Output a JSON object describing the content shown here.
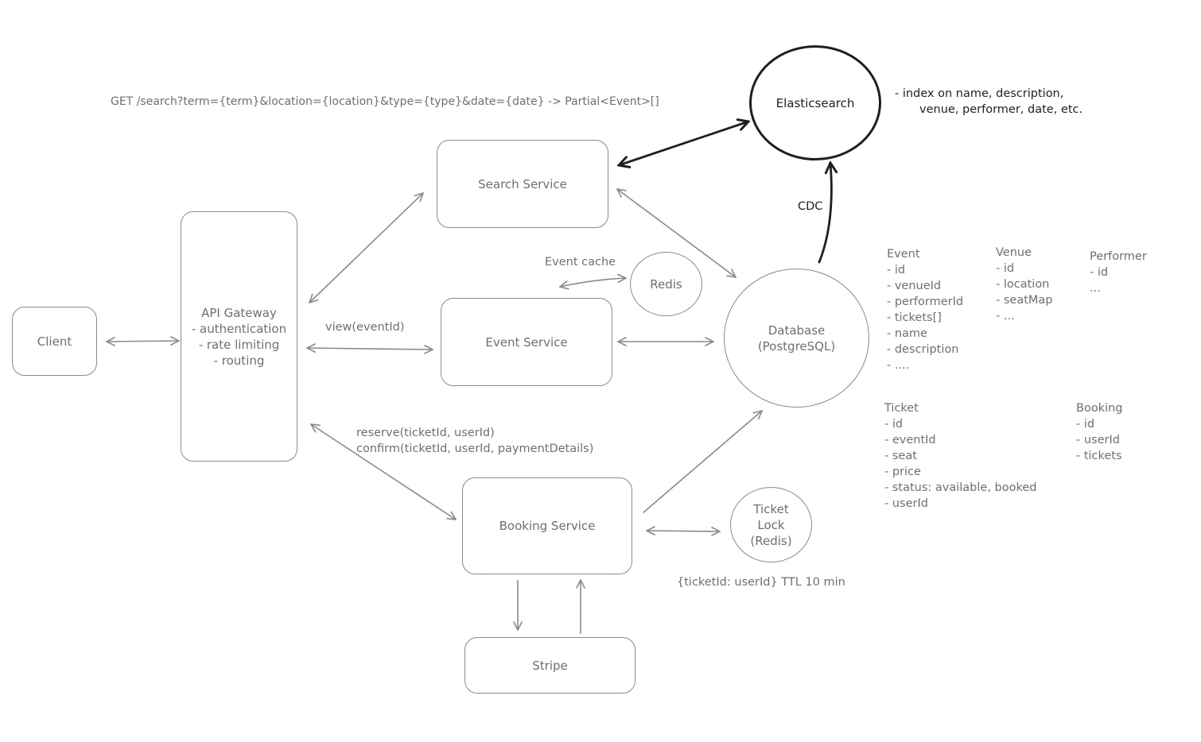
{
  "nodes": {
    "client": "Client",
    "api_gateway": {
      "title": "API Gateway",
      "lines": [
        "- authentication",
        "- rate limiting",
        "- routing"
      ]
    },
    "search_service": "Search Service",
    "event_service": "Event Service",
    "booking_service": "Booking Service",
    "stripe": "Stripe",
    "redis": "Redis",
    "ticket_lock": [
      "Ticket",
      "Lock",
      "(Redis)"
    ],
    "database": [
      "Database",
      "(PostgreSQL)"
    ],
    "elasticsearch": "Elasticsearch"
  },
  "labels": {
    "search_endpoint": "GET /search?term={term}&location={location}&type={type}&date={date} -> Partial<Event>[]",
    "es_index_line1": "- index on name, description,",
    "es_index_line2": "venue, performer, date, etc.",
    "cdc": "CDC",
    "event_cache": "Event cache",
    "view_event": "view(eventId)",
    "reserve": "reserve(ticketId, userId)",
    "confirm": "confirm(ticketId, userId, paymentDetails)",
    "ticket_lock_note": "{ticketId: userId} TTL 10 min"
  },
  "schemas": {
    "event": {
      "title": "Event",
      "fields": [
        "- id",
        "- venueId",
        "- performerId",
        "- tickets[]",
        "- name",
        "- description",
        "- ...."
      ]
    },
    "venue": {
      "title": "Venue",
      "fields": [
        "- id",
        "- location",
        "- seatMap",
        "- ..."
      ]
    },
    "performer": {
      "title": "Performer",
      "fields": [
        "- id",
        "..."
      ]
    },
    "ticket": {
      "title": "Ticket",
      "fields": [
        "- id",
        "- eventId",
        "- seat",
        "- price",
        "- status: available, booked",
        "- userId"
      ]
    },
    "booking": {
      "title": "Booking",
      "fields": [
        "- id",
        "- userId",
        "- tickets"
      ]
    }
  },
  "colors": {
    "stroke": "#858a93",
    "text": "#6b6f78",
    "emphasis": "#1f1f1f",
    "background": "#ffffff"
  }
}
